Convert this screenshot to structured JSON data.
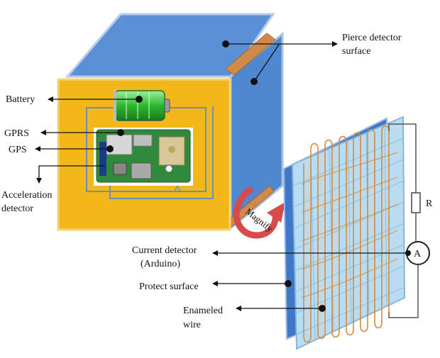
{
  "labels": {
    "pierce_line1": "Pierce detector",
    "pierce_line2": "surface",
    "battery": "Battery",
    "gprs": "GPRS",
    "gps": "GPS",
    "accel_line1": "Acceleration",
    "accel_line2": "detector",
    "magnify": "Magnify",
    "current_line1": "Current detector",
    "current_line2": "(Arduino)",
    "protect": "Protect surface",
    "enameled_line1": "Enameled",
    "enameled_line2": "wire",
    "resistor": "R",
    "ammeter": "A"
  },
  "colors": {
    "cube_top": "#5b8fd6",
    "cube_front": "#f2b81a",
    "cube_side": "#4f87d1",
    "panel_front": "#b9dcf0",
    "panel_back": "#3f78c8",
    "wire": "#d88a3a",
    "battery": "#3cc23c",
    "pcb": "#2f8a3c",
    "arrow": "#d94b4b"
  }
}
